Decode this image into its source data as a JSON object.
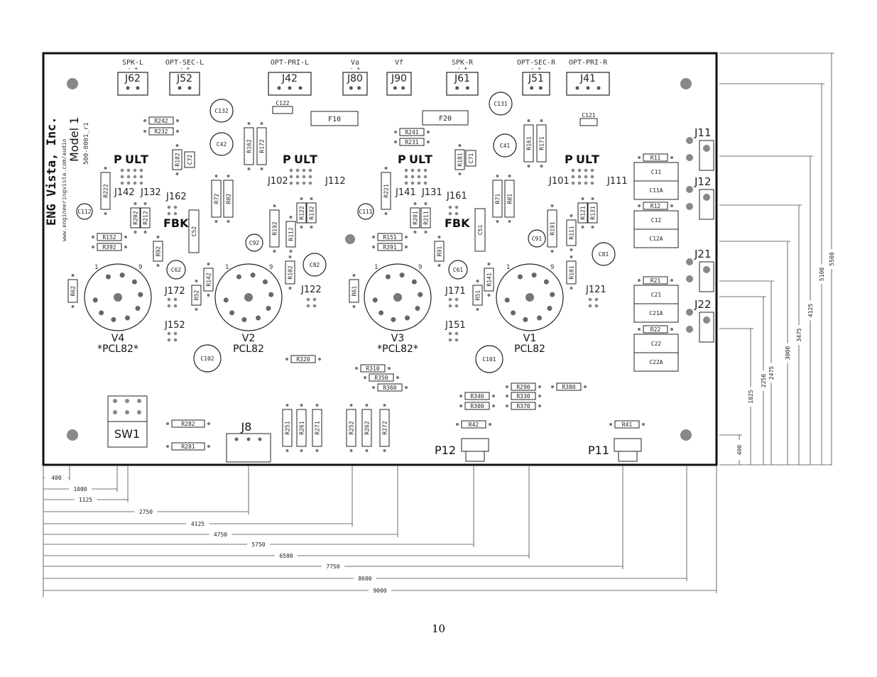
{
  "board": {
    "brand_line1": "ENG Vista, Inc.",
    "brand_line2": "Model 1",
    "brand_line3": "500-0001_r1",
    "url": "www.engineeringvista.com/audio"
  },
  "top_connectors": [
    {
      "id": "J62",
      "header": "SPK-L",
      "pins": "-  +"
    },
    {
      "id": "J52",
      "header": "OPT-SEC-L",
      "pins": "-  +"
    },
    {
      "id": "J42",
      "header": "OPT-PRI-L",
      "pins": ""
    },
    {
      "id": "J80",
      "header": "Va",
      "pins": "-  +"
    },
    {
      "id": "J90",
      "header": "Vf",
      "pins": ""
    },
    {
      "id": "J61",
      "header": "SPK-R",
      "pins": "-  +"
    },
    {
      "id": "J51",
      "header": "OPT-SEC-R",
      "pins": "-  +"
    },
    {
      "id": "J41",
      "header": "OPT-PRI-R",
      "pins": ""
    }
  ],
  "right_connectors": [
    "J11",
    "J12",
    "J21",
    "J22"
  ],
  "tubes": [
    {
      "id": "V4",
      "type": "*PCL82*",
      "pin1": "1",
      "pin9": "9"
    },
    {
      "id": "V2",
      "type": "PCL82",
      "pin1": "1",
      "pin9": "9"
    },
    {
      "id": "V3",
      "type": "*PCL82*",
      "pin1": "1",
      "pin9": "9"
    },
    {
      "id": "V1",
      "type": "PCL82",
      "pin1": "1",
      "pin9": "9"
    }
  ],
  "jumper_labels": {
    "p": "P",
    "ul": "UL",
    "t": "T",
    "fbk": "FBK"
  },
  "headers": [
    "J142",
    "J132",
    "J102",
    "J112",
    "J141",
    "J131",
    "J101",
    "J111",
    "J162",
    "J161",
    "J172",
    "J122",
    "J152",
    "J171",
    "J151",
    "J121"
  ],
  "fuses": [
    "F10",
    "F20"
  ],
  "switch": "SW1",
  "power_conn": "J8",
  "pots": [
    "P12",
    "P11"
  ],
  "resistors_h": [
    "R242",
    "R232",
    "R241",
    "R231",
    "R152",
    "R392",
    "R151",
    "R391",
    "R11",
    "R12",
    "R21",
    "R22",
    "R320",
    "R310",
    "R350",
    "R360",
    "R340",
    "R300",
    "R290",
    "R330",
    "R370",
    "R380",
    "R42",
    "R41",
    "R282",
    "R281"
  ],
  "resistors_v": [
    "R162",
    "R172",
    "R182",
    "R161",
    "R171",
    "R181",
    "R222",
    "R221",
    "R202",
    "R212",
    "R201",
    "R211",
    "R72",
    "R82",
    "R71",
    "R81",
    "R192",
    "R112",
    "R122",
    "R132",
    "R191",
    "R111",
    "R121",
    "R131",
    "R92",
    "R91",
    "R142",
    "R141",
    "R52",
    "R51",
    "R102",
    "R101",
    "R62",
    "R61",
    "R251",
    "R261",
    "R271",
    "R252",
    "R262",
    "R272"
  ],
  "capacitors": [
    "C132",
    "C42",
    "C122",
    "C131",
    "C41",
    "C121",
    "C72",
    "C71",
    "C112",
    "C111",
    "C52",
    "C51",
    "C92",
    "C91",
    "C82",
    "C81",
    "C62",
    "C61",
    "C102",
    "C101"
  ],
  "cap_blocks": [
    "C11",
    "C11A",
    "C12",
    "C12A",
    "C21",
    "C21A",
    "C22",
    "C22A"
  ],
  "dims_bottom": [
    "400",
    "1000",
    "1125",
    "2750",
    "4125",
    "4750",
    "5750",
    "6500",
    "7750",
    "8600",
    "9000"
  ],
  "dims_right": [
    "400",
    "1825",
    "2250",
    "2475",
    "3000",
    "3475",
    "4125",
    "5100",
    "5500"
  ],
  "page_number": "10"
}
